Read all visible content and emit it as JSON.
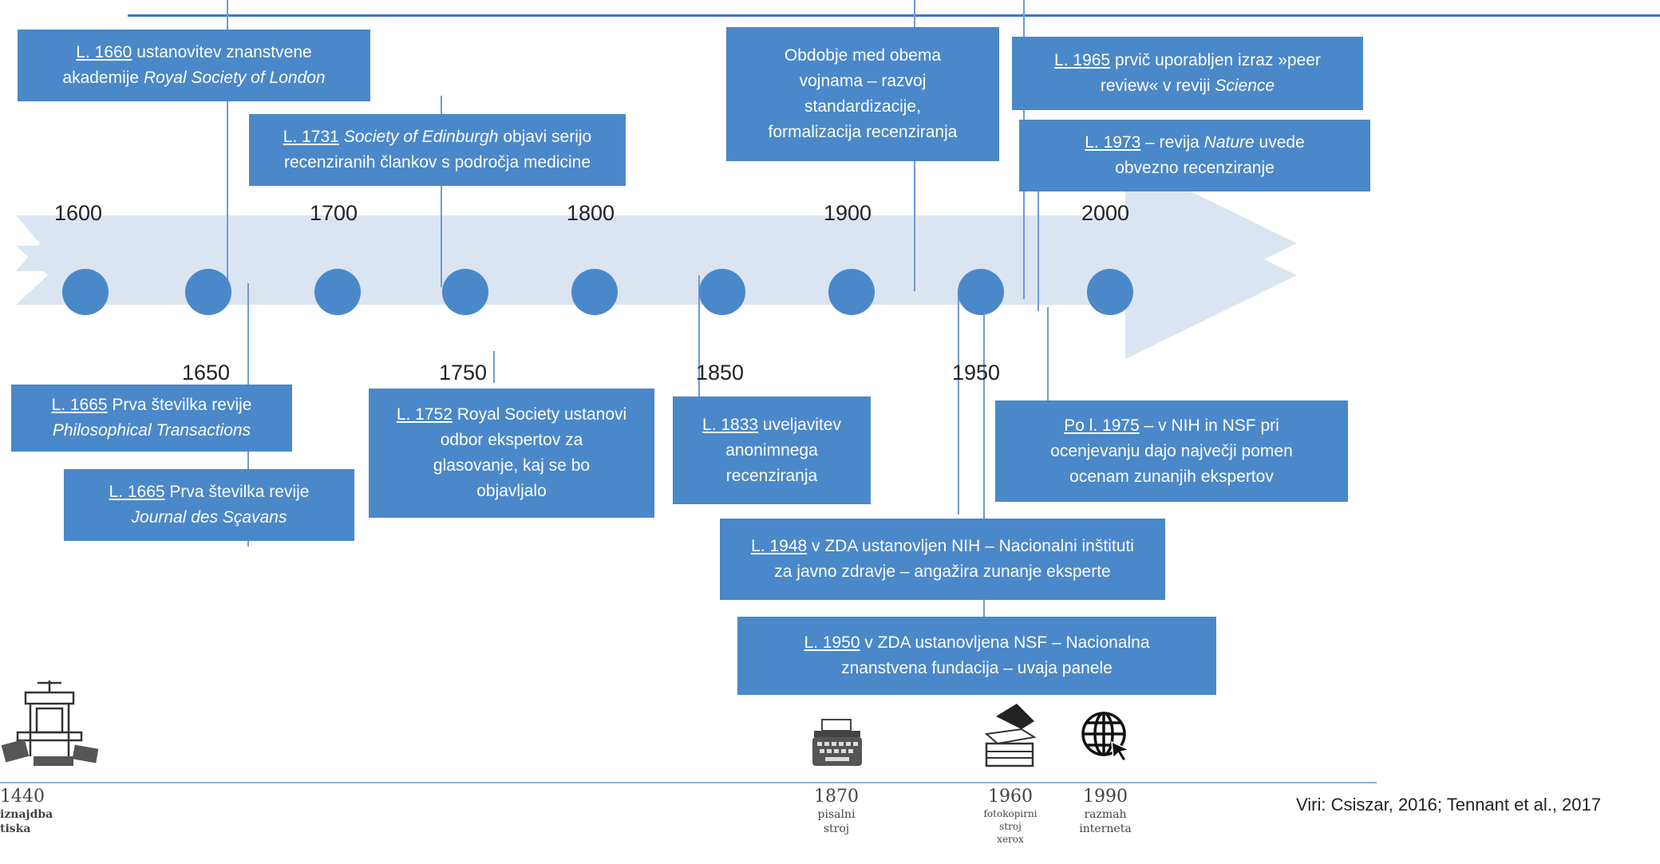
{
  "centuries": {
    "c1600": "1600",
    "c1700": "1700",
    "c1800": "1800",
    "c1900": "1900",
    "c2000": "2000"
  },
  "half_centuries": {
    "c1650": "1650",
    "c1750": "1750",
    "c1850": "1850",
    "c1950": "1950"
  },
  "events": {
    "e1660": {
      "year": "L. 1660",
      "text1": " ustanovitev znanstvene",
      "text2": "akademije ",
      "italic": "Royal Society of London"
    },
    "e1731": {
      "year": "L. 1731",
      "italic": "Society of Edinburgh",
      "text1": " objavi serijo",
      "text2": "recenziranih člankov s področja medicine"
    },
    "e_war": {
      "line1": "Obdobje med obema",
      "line2": "vojnama – razvoj",
      "line3": "standardizacije,",
      "line4": "formalizacija recenziranja"
    },
    "e1965peer": {
      "year": "L. 1965",
      "text1": " prvič uporabljen izraz »peer",
      "text2": "review« v reviji ",
      "italic": "Science"
    },
    "e1973": {
      "year": "L. 1973",
      "text1": " – revija ",
      "italic": "Nature",
      "text2": " uvede",
      "text3": "obvezno recenziranje"
    },
    "e1665a": {
      "year": "L. 1665",
      "text1": " Prva številka revije",
      "italic": "Philosophical Transactions"
    },
    "e1665b": {
      "year": "L. 1665",
      "text1": " Prva številka revije",
      "italic": "Journal des Sçavans"
    },
    "e1752": {
      "year": "L. 1752",
      "text1": " Royal Society ustanovi",
      "line2": "odbor ekspertov za",
      "line3": "glasovanje, kaj se bo",
      "line4": "objavljalo"
    },
    "e1833": {
      "year": "L. 1833",
      "text1": " uveljavitev",
      "line2": "anonimnega",
      "line3": "recenziranja"
    },
    "e1975": {
      "year": "Po l. 1975",
      "text1": " – v NIH in NSF pri",
      "line2": "ocenjevanju dajo največji pomen",
      "line3": "ocenam zunanjih ekspertov"
    },
    "e1948": {
      "year": "L. 1948",
      "text1": " v ZDA ustanovljen NIH – Nacionalni inštituti",
      "line2": "za javno zdravje – angažira zunanje eksperte"
    },
    "e1950": {
      "year": "L. 1950",
      "text1": " v ZDA ustanovljena NSF – Nacionalna",
      "line2": "znanstvena fundacija – uvaja panele"
    }
  },
  "inventions": [
    {
      "year": "1440",
      "l1": "iznajdba",
      "l2": "tiska",
      "icon": "printing-press-icon"
    },
    {
      "year": "1870",
      "l1": "pisalni",
      "l2": "stroj",
      "icon": "typewriter-icon"
    },
    {
      "year": "1960",
      "l1": "fotokopirni",
      "l2": "stroj",
      "l3": "xerox",
      "icon": "photocopier-icon"
    },
    {
      "year": "1990",
      "l1": "razmah",
      "l2": "interneta",
      "icon": "globe-icon"
    }
  ],
  "source": "Viri: Csiszar, 2016; Tennant et al., 2017",
  "colors": {
    "box": "#4a88c9",
    "arrow": "#dbe5f2",
    "dot": "#4a88c9",
    "top_line": "#4472c4"
  }
}
